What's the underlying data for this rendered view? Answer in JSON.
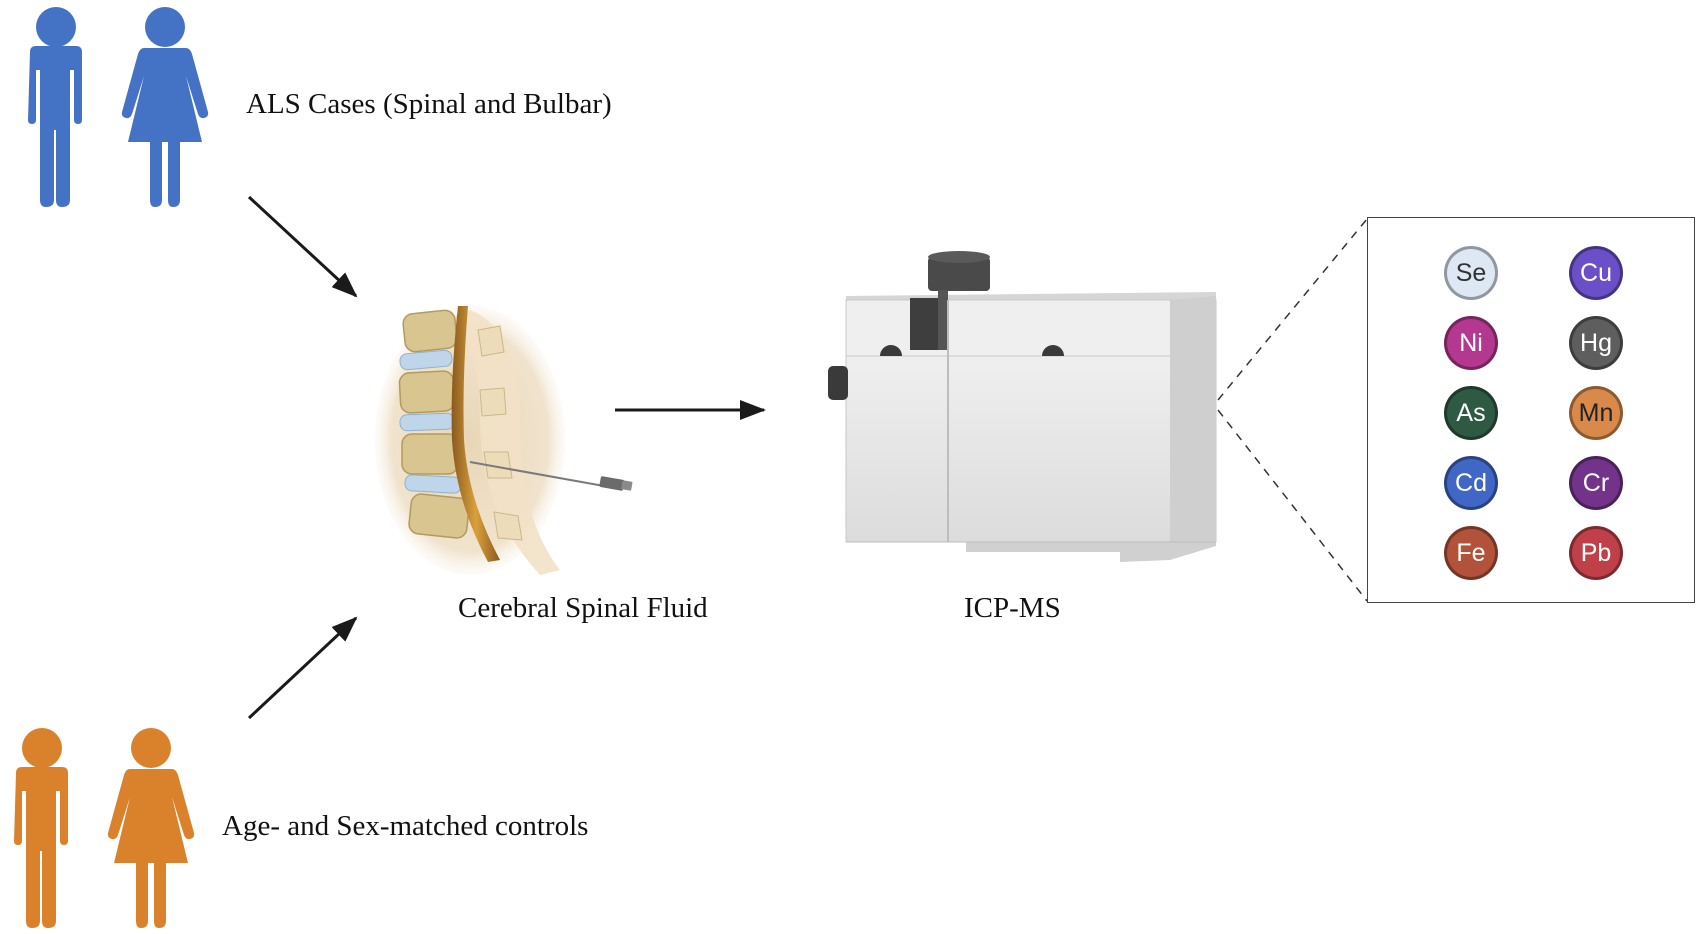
{
  "labels": {
    "als_cases": "ALS Cases (Spinal and Bulbar)",
    "controls": "Age- and Sex-matched controls",
    "csf": "Cerebral Spinal Fluid",
    "instrument": "ICP-MS"
  },
  "colors": {
    "als_group": "#4472c4",
    "control_group": "#d9822b",
    "arrow": "#1a1a1a"
  },
  "icons": {
    "als_male": "male-person-icon",
    "als_female": "female-person-icon",
    "control_male": "male-person-icon",
    "control_female": "female-person-icon",
    "spine": "spine-needle-illustration",
    "instrument": "icp-ms-instrument-icon"
  },
  "elements": [
    {
      "symbol": "Se",
      "color": "#dde8f4",
      "text_color": "#333333"
    },
    {
      "symbol": "Cu",
      "color": "#6b4fc9",
      "text_color": "#ffffff"
    },
    {
      "symbol": "Ni",
      "color": "#b4388f",
      "text_color": "#ffffff"
    },
    {
      "symbol": "Hg",
      "color": "#5e5e5e",
      "text_color": "#ffffff"
    },
    {
      "symbol": "As",
      "color": "#2e5a44",
      "text_color": "#ffffff"
    },
    {
      "symbol": "Mn",
      "color": "#d98a4a",
      "text_color": "#222222"
    },
    {
      "symbol": "Cd",
      "color": "#4066c6",
      "text_color": "#ffffff"
    },
    {
      "symbol": "Cr",
      "color": "#73338a",
      "text_color": "#ffffff"
    },
    {
      "symbol": "Fe",
      "color": "#b2523a",
      "text_color": "#ffffff"
    },
    {
      "symbol": "Pb",
      "color": "#c0404a",
      "text_color": "#ffffff"
    }
  ]
}
